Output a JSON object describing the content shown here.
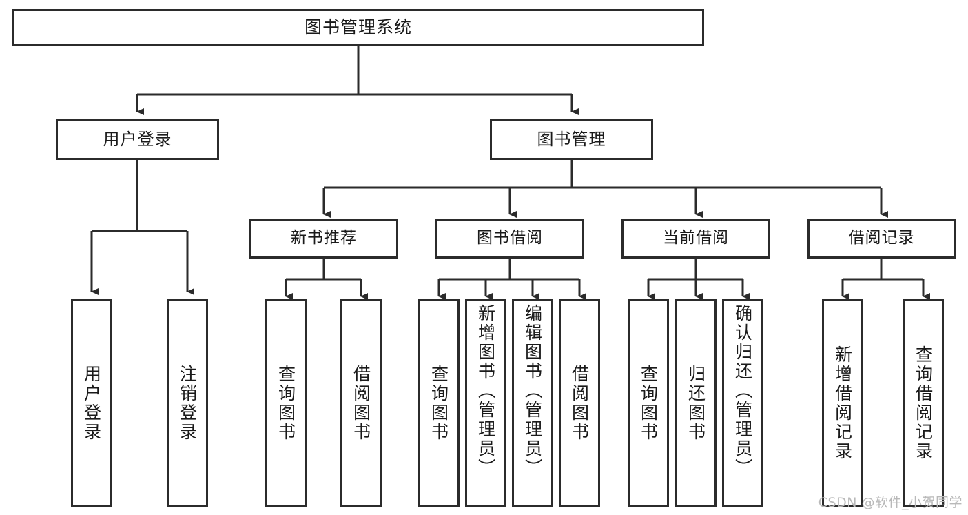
{
  "diagram": {
    "type": "tree-hierarchy",
    "title": "图书管理系统",
    "stroke_color": "#2b2b2b",
    "fill_color": "#ffffff",
    "text_color": "#1a1a1a",
    "root": {
      "label": "图书管理系统"
    },
    "level2": [
      {
        "label": "用户登录"
      },
      {
        "label": "图书管理"
      }
    ],
    "level3": [
      {
        "label": "新书推荐"
      },
      {
        "label": "图书借阅"
      },
      {
        "label": "当前借阅"
      },
      {
        "label": "借阅记录"
      }
    ],
    "leaves": {
      "user_login": [
        {
          "label": "用户登录"
        },
        {
          "label": "注销登录"
        }
      ],
      "new_book_recommend": [
        {
          "label": "查询图书"
        },
        {
          "label": "借阅图书"
        }
      ],
      "book_borrow": [
        {
          "label": "查询图书"
        },
        {
          "label": "新增图书（管理员）"
        },
        {
          "label": "编辑图书（管理员）"
        },
        {
          "label": "借阅图书"
        }
      ],
      "current_borrow": [
        {
          "label": "查询图书"
        },
        {
          "label": "归还图书"
        },
        {
          "label": "确认归还（管理员）"
        }
      ],
      "borrow_record": [
        {
          "label": "新增借阅记录"
        },
        {
          "label": "查询借阅记录"
        }
      ]
    }
  },
  "watermark": {
    "text": "CSDN @软件_小贺同学"
  }
}
